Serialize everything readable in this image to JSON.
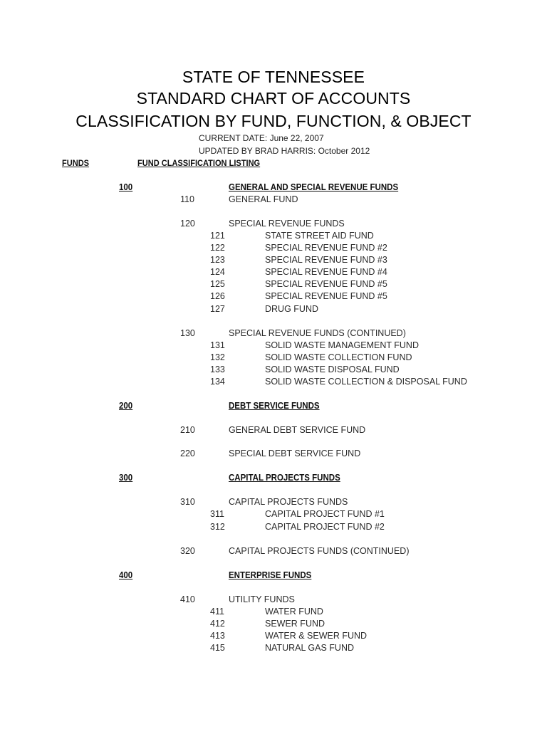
{
  "document": {
    "title_lines": [
      "STATE OF TENNESSEE",
      "STANDARD CHART OF ACCOUNTS",
      "CLASSIFICATION BY FUND, FUNCTION, & OBJECT"
    ],
    "current_date": "CURRENT DATE:  June 22, 2007",
    "updated_by": "UPDATED BY BRAD HARRIS: October 2012",
    "column_headers": {
      "funds": "FUNDS",
      "listing": "FUND CLASSIFICATION LISTING"
    }
  },
  "funds": [
    {
      "code": "100",
      "name": "GENERAL AND SPECIAL REVENUE FUNDS",
      "subgroups": [
        {
          "code": "110",
          "name": "GENERAL FUND",
          "items": []
        },
        {
          "code": "120",
          "name": "SPECIAL REVENUE FUNDS",
          "items": [
            {
              "code": "121",
              "name": "STATE STREET AID FUND"
            },
            {
              "code": "122",
              "name": "SPECIAL REVENUE FUND #2"
            },
            {
              "code": "123",
              "name": "SPECIAL REVENUE FUND #3"
            },
            {
              "code": "124",
              "name": "SPECIAL REVENUE FUND #4"
            },
            {
              "code": "125",
              "name": "SPECIAL REVENUE FUND #5"
            },
            {
              "code": "126",
              "name": "SPECIAL REVENUE FUND #5"
            },
            {
              "code": "127",
              "name": "DRUG FUND"
            }
          ]
        },
        {
          "code": "130",
          "name": "SPECIAL REVENUE FUNDS (CONTINUED)",
          "items": [
            {
              "code": "131",
              "name": "SOLID WASTE MANAGEMENT FUND"
            },
            {
              "code": "132",
              "name": "SOLID WASTE COLLECTION FUND"
            },
            {
              "code": "133",
              "name": "SOLID WASTE DISPOSAL FUND"
            },
            {
              "code": "134",
              "name": "SOLID WASTE COLLECTION & DISPOSAL FUND"
            }
          ]
        }
      ]
    },
    {
      "code": "200",
      "name": "DEBT SERVICE FUNDS",
      "subgroups": [
        {
          "code": "210",
          "name": "GENERAL DEBT SERVICE FUND",
          "items": []
        },
        {
          "code": "220",
          "name": "SPECIAL DEBT SERVICE FUND",
          "items": []
        }
      ]
    },
    {
      "code": "300",
      "name": "CAPITAL PROJECTS FUNDS",
      "subgroups": [
        {
          "code": "310",
          "name": "CAPITAL PROJECTS FUNDS",
          "items": [
            {
              "code": "311",
              "name": "CAPITAL PROJECT FUND #1"
            },
            {
              "code": "312",
              "name": "CAPITAL PROJECT FUND #2"
            }
          ]
        },
        {
          "code": "320",
          "name": "CAPITAL PROJECTS FUNDS (CONTINUED)",
          "items": []
        }
      ]
    },
    {
      "code": "400",
      "name": "ENTERPRISE FUNDS",
      "subgroups": [
        {
          "code": "410",
          "name": "UTILITY FUNDS",
          "items": [
            {
              "code": "411",
              "name": "WATER FUND"
            },
            {
              "code": "412",
              "name": "SEWER FUND"
            },
            {
              "code": "413",
              "name": "WATER & SEWER FUND"
            },
            {
              "code": "415",
              "name": "NATURAL GAS FUND"
            }
          ]
        }
      ]
    }
  ]
}
